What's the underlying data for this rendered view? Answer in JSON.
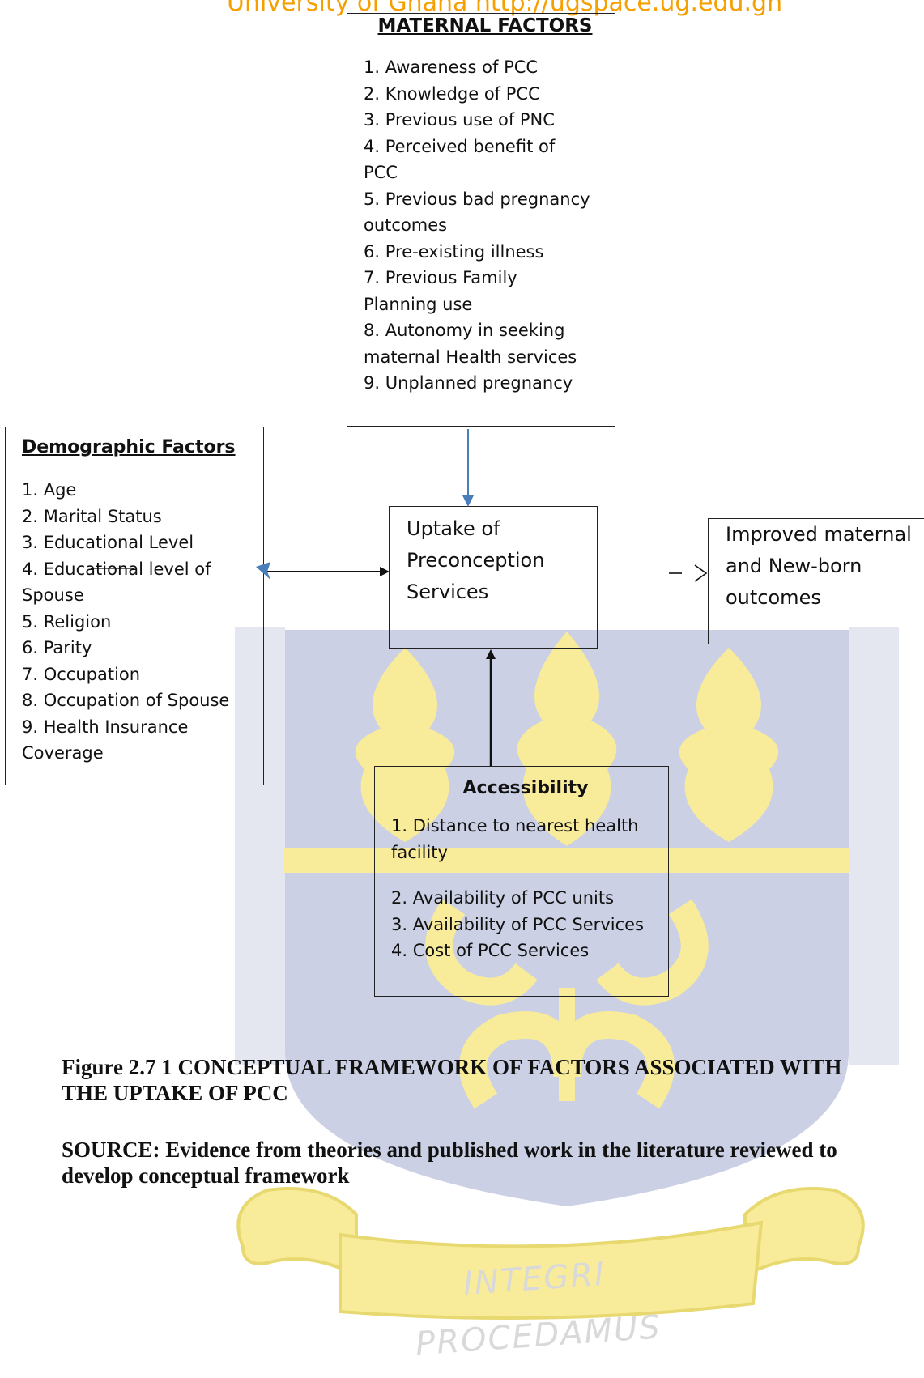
{
  "header": {
    "repository_text": "University of Ghana http://ugspace.ug.edu.gh"
  },
  "maternal_factors": {
    "title": "MATERNAL FACTORS",
    "items": [
      "1. Awareness of PCC",
      "2. Knowledge of PCC",
      "3. Previous use of PNC",
      "4. Perceived benefit of",
      "PCC",
      "5. Previous bad pregnancy",
      "outcomes",
      "6. Pre-existing illness",
      "7. Previous Family",
      "Planning use",
      "8. Autonomy in seeking",
      "maternal Health services",
      "9. Unplanned pregnancy"
    ]
  },
  "demographic_factors": {
    "title": "Demographic Factors",
    "items": [
      "1. Age",
      "2. Marital Status",
      "3. Educational Level",
      "4. Educational level of",
      "Spouse",
      "5. Religion",
      "6. Parity",
      "7. Occupation",
      "8. Occupation of Spouse",
      "9. Health Insurance",
      "Coverage"
    ]
  },
  "uptake": {
    "lines": [
      "Uptake of",
      "Preconception",
      "Services"
    ]
  },
  "outcome": {
    "lines": [
      "Improved maternal",
      "and New-born",
      "outcomes"
    ]
  },
  "accessibility": {
    "title": "Accessibility",
    "items": [
      "1. Distance to nearest health",
      "facility",
      "2. Availability of PCC units",
      "3. Availability of PCC Services",
      "4. Cost of PCC Services"
    ]
  },
  "figure": {
    "caption_line1": "Figure 2.7 1 CONCEPTUAL FRAMEWORK OF FACTORS ASSOCIATED WITH",
    "caption_line2": "THE UPTAKE OF PCC",
    "source_line1": "SOURCE: Evidence from theories and published work   in the literature reviewed to",
    "source_line2": "develop conceptual framework"
  },
  "watermark": {
    "motto": "INTEGRI PROCEDAMUS"
  },
  "colors": {
    "watermark_blue": "#c5cbe1",
    "watermark_yellow": "#f8ec9a",
    "header_orange": "#f5a000",
    "arrow_blue": "#4a7ebb",
    "line_black": "#111111"
  }
}
